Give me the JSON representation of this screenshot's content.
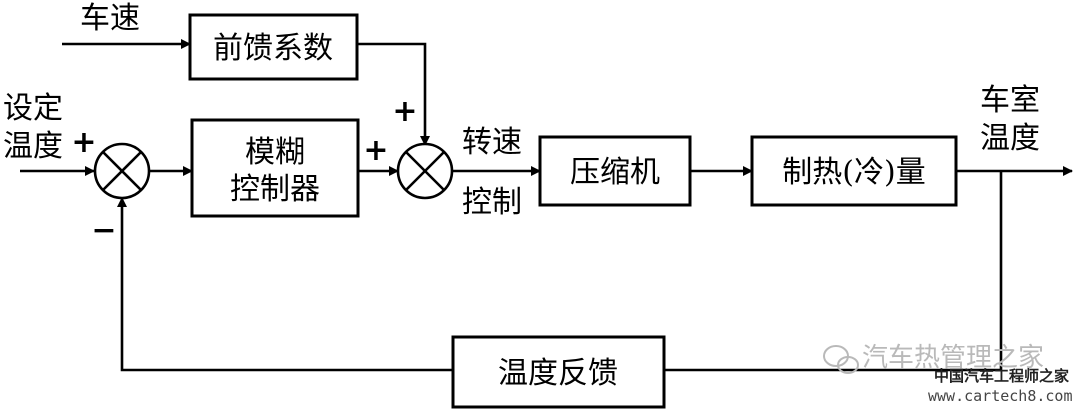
{
  "colors": {
    "line": "#000000",
    "background": "#ffffff",
    "watermark": "#b9b9b9"
  },
  "blocks": {
    "feedforward_coef": "前馈系数",
    "fuzzy_controller_line1": "模糊",
    "fuzzy_controller_line2": "控制器",
    "compressor": "压缩机",
    "heating_cooling": "制热(冷)量",
    "temp_feedback": "温度反馈"
  },
  "signals": {
    "vehicle_speed": "车速",
    "setpoint_line1": "设定",
    "setpoint_line2": "温度",
    "speed_control_line1": "转速",
    "speed_control_line2": "控制",
    "cabin_temp_line1": "车室",
    "cabin_temp_line2": "温度"
  },
  "signs": {
    "sum1_plus": "+",
    "sum1_minus": "−",
    "sum2_plus_top": "+",
    "sum2_plus_left": "+"
  },
  "watermark": {
    "icon": "wechat-icon",
    "account": "汽车热管理之家",
    "site_name": "中国汽车工程师之家",
    "url": "www.cartech8.com"
  }
}
